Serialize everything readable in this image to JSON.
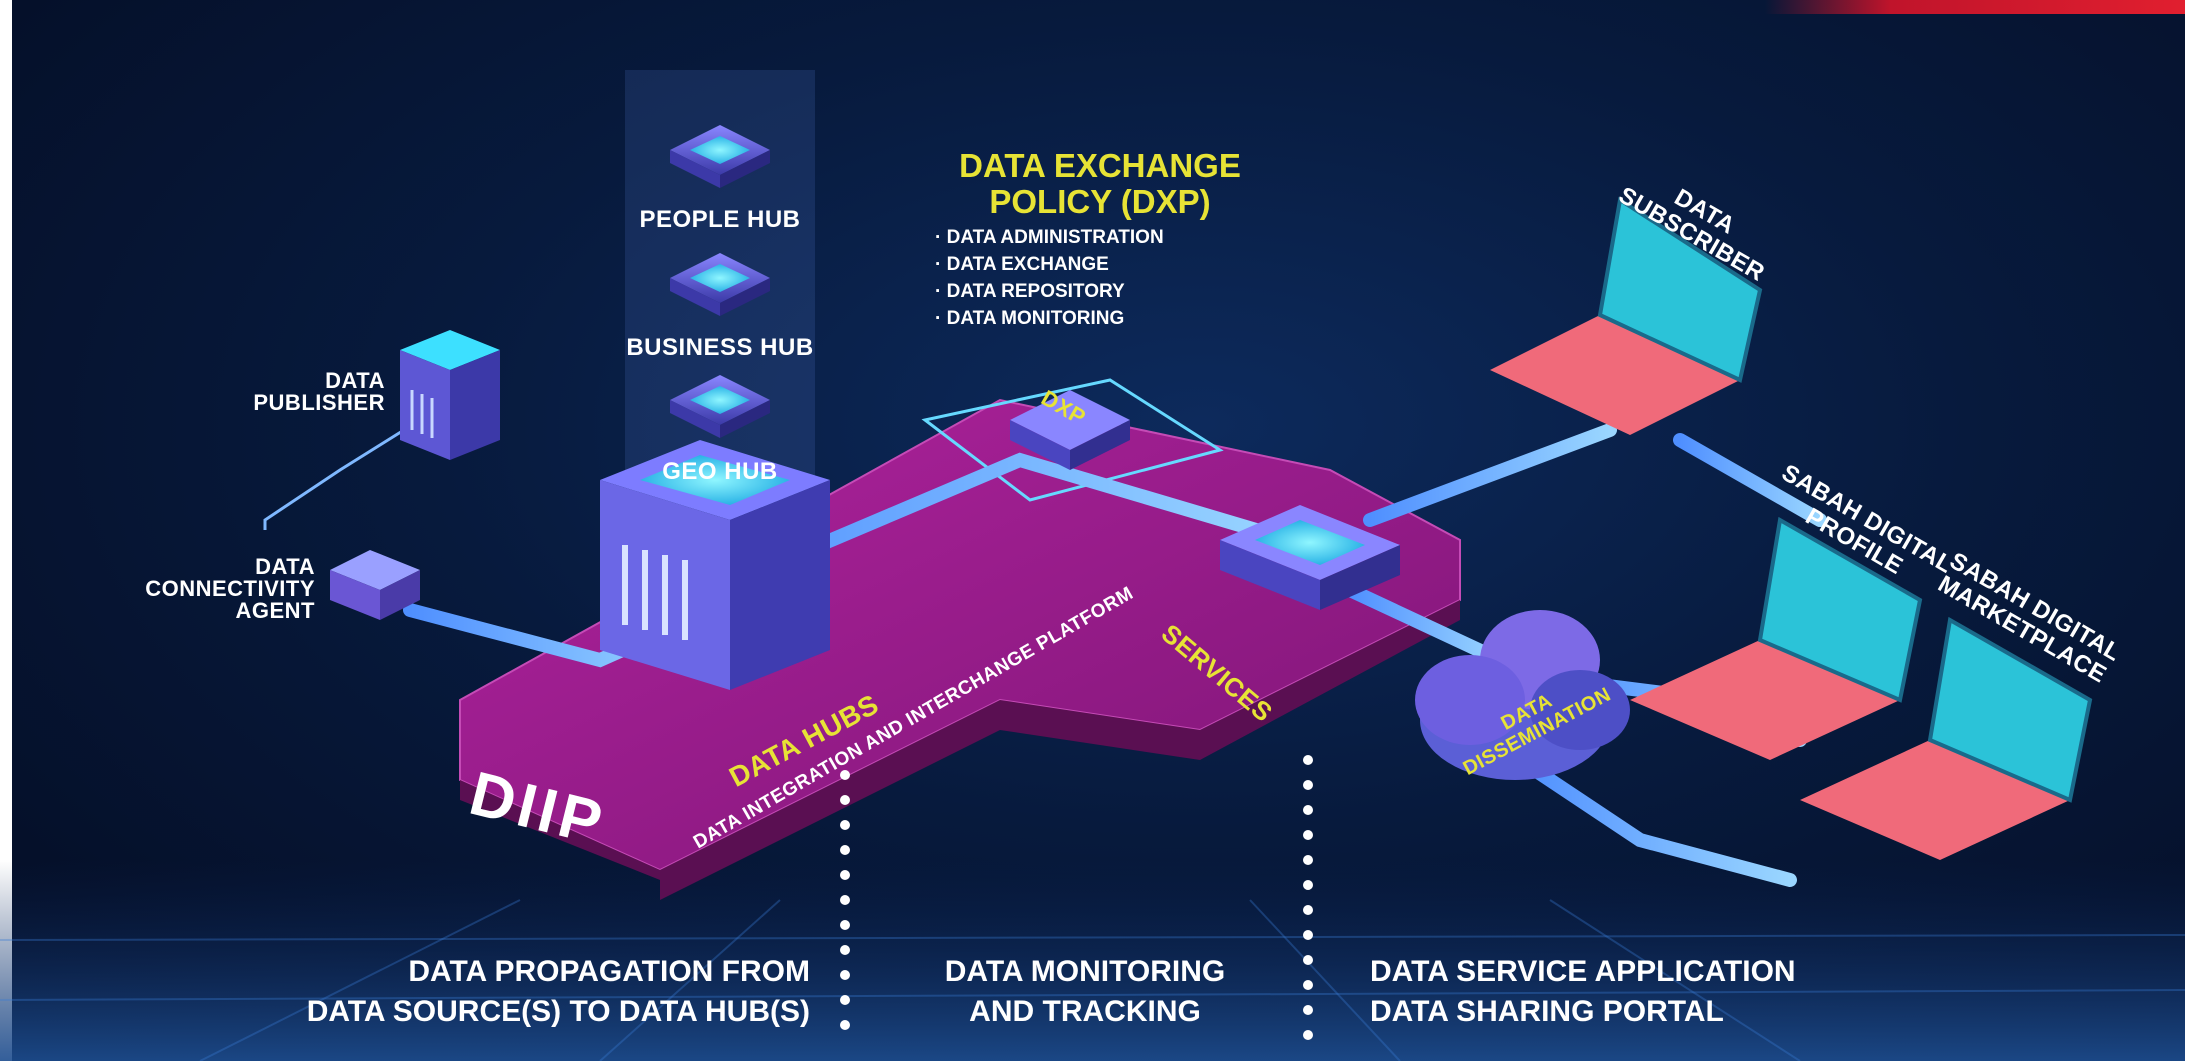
{
  "diagram": {
    "dxp": {
      "title_line1": "DATA EXCHANGE",
      "title_line2": "POLICY (DXP)",
      "items": [
        "DATA ADMINISTRATION",
        "DATA EXCHANGE",
        "DATA REPOSITORY",
        "DATA MONITORING"
      ]
    },
    "hubs": {
      "people": "PEOPLE HUB",
      "business": "BUSINESS HUB",
      "geo": "GEO HUB"
    },
    "nodes": {
      "publisher_line1": "DATA",
      "publisher_line2": "PUBLISHER",
      "agent_line1": "DATA",
      "agent_line2": "CONNECTIVITY",
      "agent_line3": "AGENT",
      "dxp_box": "DXP",
      "services": "SERVICES",
      "data_hubs": "DATA HUBS",
      "platform": "DATA INTEGRATION AND INTERCHANGE PLATFORM",
      "diip": "DIIP",
      "dissemination_line1": "DATA",
      "dissemination_line2": "DISSEMINATION",
      "subscriber_line1": "DATA",
      "subscriber_line2": "SUBSCRIBER",
      "profile_line1": "SABAH DIGITAL",
      "profile_line2": "PROFILE",
      "marketplace_line1": "SABAH DIGITAL",
      "marketplace_line2": "MARKETPLACE"
    },
    "bottom": {
      "left_line1": "DATA PROPAGATION FROM",
      "left_line2": "DATA SOURCE(S) TO DATA HUB(S)",
      "mid_line1": "DATA MONITORING",
      "mid_line2": "AND TRACKING",
      "right_line1": "DATA SERVICE APPLICATION",
      "right_line2": "DATA SHARING PORTAL"
    },
    "colors": {
      "platform": "#8e1a86",
      "platform_side": "#5a0f52",
      "accent_yellow": "#e7e335",
      "link_blue": "#5aa8ff",
      "laptop": "#f06a7a",
      "screen": "#2bc3d8",
      "cube_top": "#3de0ff",
      "cube_body": "#5b5fd6"
    }
  }
}
